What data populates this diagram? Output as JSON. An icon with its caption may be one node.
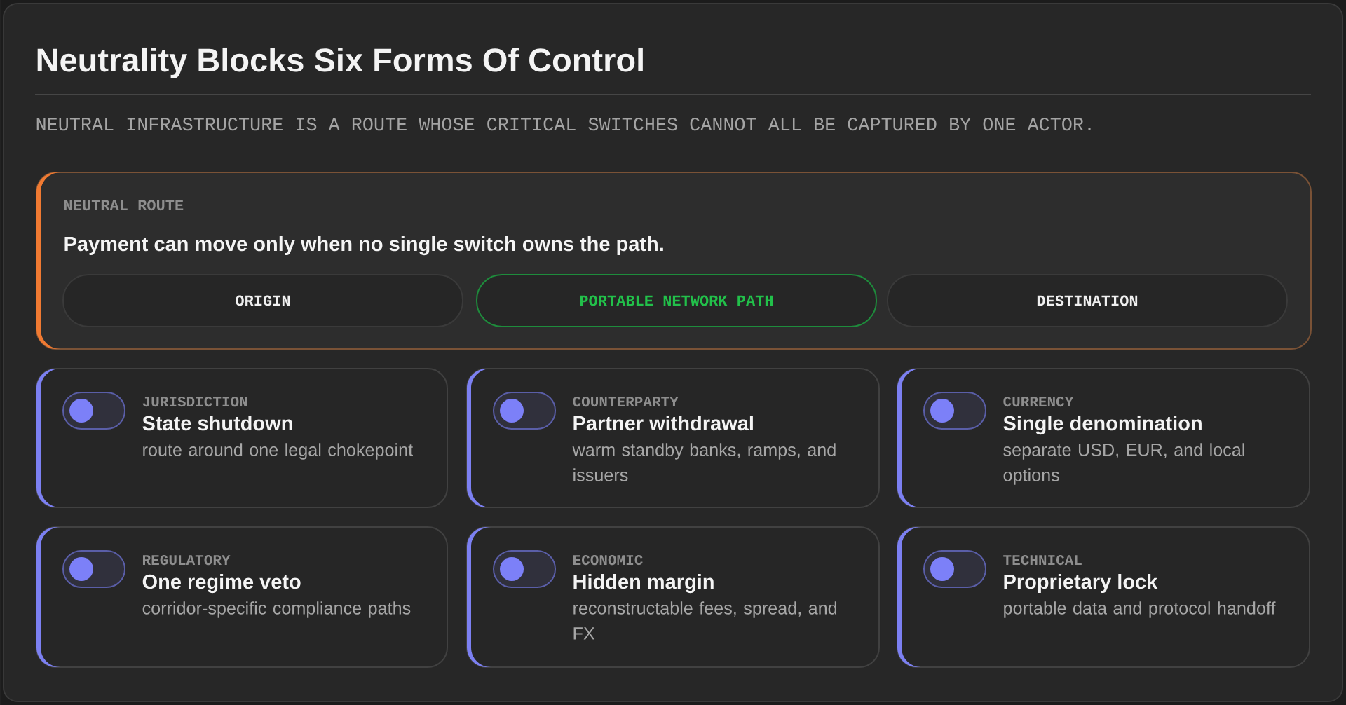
{
  "diagram": {
    "title": "Neutrality Blocks Six Forms Of Control",
    "nodes": [
      {
        "text": [
          "NEUTRAL ROUTE",
          "Payment can move only when no single switch owns the path."
        ]
      },
      {
        "text": [
          "ORIGIN"
        ],
        "in": 0
      },
      {
        "text": [
          "PORTABLE NETWORK PATH"
        ],
        "in": 0
      },
      {
        "text": [
          "DESTINATION"
        ],
        "in": 0
      },
      {
        "text": [
          "JURISDICTION",
          "State shutdown",
          "route around one legal chokepoint"
        ]
      },
      {
        "text": [
          "COUNTERPARTY",
          "Partner withdrawal",
          "warm standby banks, ramps, and issuers"
        ]
      },
      {
        "text": [
          "CURRENCY",
          "Single denomination",
          "separate USD, EUR, and local options"
        ]
      },
      {
        "text": [
          "REGULATORY",
          "One regime veto",
          "corridor-specific compliance paths"
        ]
      },
      {
        "text": [
          "ECONOMIC",
          "Hidden margin",
          "reconstructable fees, spread, and FX"
        ]
      },
      {
        "text": [
          "TECHNICAL",
          "Proprietary lock",
          "portable data and protocol handoff"
        ]
      }
    ],
    "labels": [
      "NEUTRAL INFRASTRUCTURE IS A ROUTE WHOSE CRITICAL SWITCHES CANNOT ALL BE CAPTURED BY ONE ACTOR."
    ]
  }
}
